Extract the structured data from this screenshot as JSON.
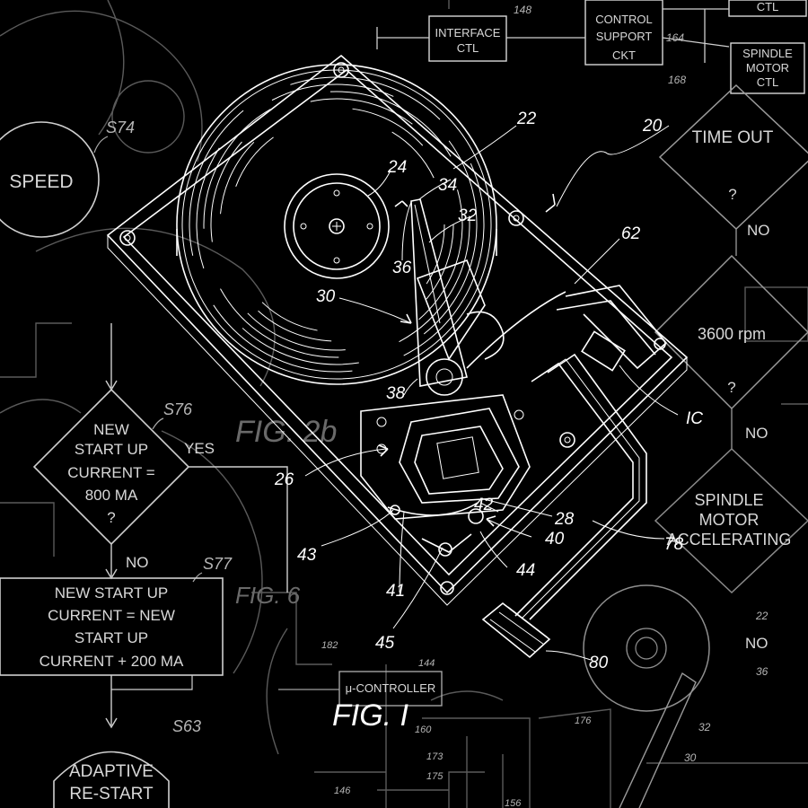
{
  "figure_caption": "FIG. I",
  "background_texts": {
    "fig2b": "FIG. 2b",
    "fig6": "FIG. 6",
    "time_out": "TIME OUT",
    "rpm_3600": "3600 rpm",
    "spindle_motor_accelerating": [
      "SPINDLE",
      "MOTOR",
      "ACCELERATING"
    ]
  },
  "blocks": {
    "interface_ctl": [
      "INTERFACE",
      "CTL"
    ],
    "control_support": [
      "CONTROL",
      "SUPPORT",
      "CKT"
    ],
    "spindle_motor_ctl": [
      "SPINDLE",
      "MOTOR",
      "CTL"
    ],
    "ctl_top": "CTL",
    "micro_controller": "μ-CONTROLLER",
    "refs": {
      "r148": "148",
      "r164": "164",
      "r168": "168",
      "r144": "144",
      "r182": "182",
      "r176": "176",
      "r173": "173",
      "r175": "175",
      "r146": "146",
      "r156": "156",
      "r160": "160"
    }
  },
  "flowchart": {
    "speed": "SPEED",
    "s74": "S74",
    "s76": "S76",
    "decision": [
      "NEW",
      "START UP",
      "CURRENT =",
      "800 MA",
      "?"
    ],
    "yes": "YES",
    "no": "NO",
    "s77": "S77",
    "process": [
      "NEW START UP",
      "CURRENT = NEW",
      "START UP",
      "CURRENT + 200 MA"
    ],
    "s63": "S63",
    "adaptive": [
      "ADAPTIVE",
      "RE-START"
    ],
    "right_q": "?",
    "right_no_1": "NO",
    "right_no_2": "NO",
    "right_no_3": "NO"
  },
  "reference_labels": {
    "n20": "20",
    "n22": "22",
    "n24": "24",
    "n26": "26",
    "n28": "28",
    "n30": "30",
    "n32": "32",
    "n34": "34",
    "n36": "36",
    "n38": "38",
    "n40": "40",
    "n41": "41",
    "n42": "42",
    "n43": "43",
    "n44": "44",
    "n45": "45",
    "n62": "62",
    "nIC": "IC",
    "n78": "78",
    "n80": "80",
    "side22": "22",
    "side36": "36",
    "side32": "32",
    "side30": "30"
  }
}
